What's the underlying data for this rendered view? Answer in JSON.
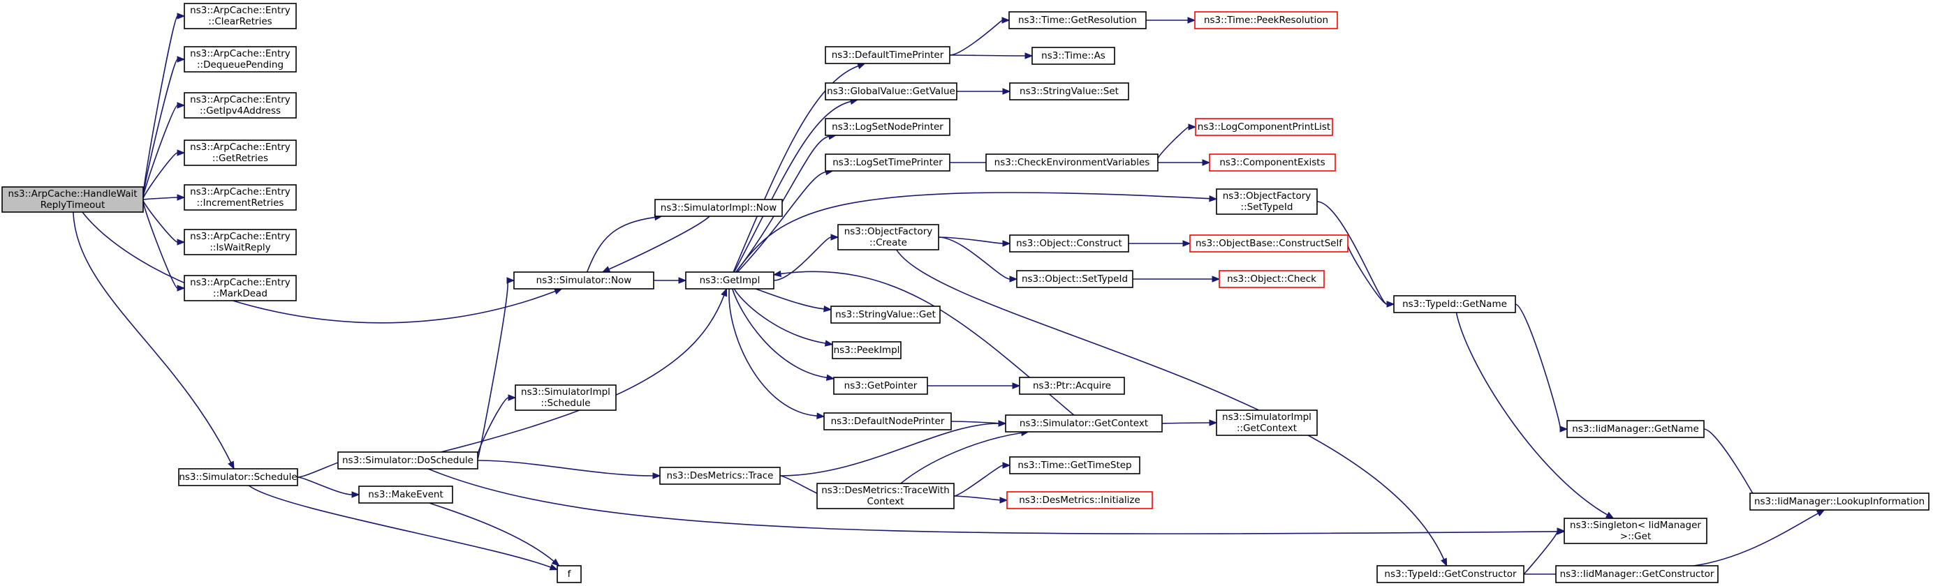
{
  "nodes": {
    "root": [
      "ns3::ArpCache::HandleWait",
      "ReplyTimeout"
    ],
    "clear": [
      "ns3::ArpCache::Entry",
      "::ClearRetries"
    ],
    "dequeue": [
      "ns3::ArpCache::Entry",
      "::DequeuePending"
    ],
    "getipv4": [
      "ns3::ArpCache::Entry",
      "::GetIpv4Address"
    ],
    "getretries": [
      "ns3::ArpCache::Entry",
      "::GetRetries"
    ],
    "incr": [
      "ns3::ArpCache::Entry",
      "::IncrementRetries"
    ],
    "iswait": [
      "ns3::ArpCache::Entry",
      "::IsWaitReply"
    ],
    "markdead": [
      "ns3::ArpCache::Entry",
      "::MarkDead"
    ],
    "simnow": [
      "ns3::Simulator::Now"
    ],
    "simschedule": [
      "ns3::Simulator::Schedule"
    ],
    "implnow": [
      "ns3::SimulatorImpl::Now"
    ],
    "getimpl": [
      "ns3::GetImpl"
    ],
    "doschedule": [
      "ns3::Simulator::DoSchedule"
    ],
    "implschedule": [
      "ns3::SimulatorImpl",
      "::Schedule"
    ],
    "makeevent": [
      "ns3::MakeEvent"
    ],
    "f": [
      "f"
    ],
    "dtp": [
      "ns3::DefaultTimePrinter"
    ],
    "gvget": [
      "ns3::GlobalValue::GetValue"
    ],
    "lsnp": [
      "ns3::LogSetNodePrinter"
    ],
    "lstp": [
      "ns3::LogSetTimePrinter"
    ],
    "ofcreate": [
      "ns3::ObjectFactory",
      "::Create"
    ],
    "svget": [
      "ns3::StringValue::Get"
    ],
    "peekimpl": [
      "ns3::PeekImpl"
    ],
    "getpointer": [
      "ns3::GetPointer"
    ],
    "dnp": [
      "ns3::DefaultNodePrinter"
    ],
    "trace": [
      "ns3::DesMetrics::Trace"
    ],
    "tracectx": [
      "ns3::DesMetrics::TraceWith",
      "Context"
    ],
    "getres": [
      "ns3::Time::GetResolution"
    ],
    "peekres": [
      "ns3::Time::PeekResolution"
    ],
    "timeas": [
      "ns3::Time::As"
    ],
    "svset": [
      "ns3::StringValue::Set"
    ],
    "checkenv": [
      "ns3::CheckEnvironmentVariables"
    ],
    "lcpl": [
      "ns3::LogComponentPrintList"
    ],
    "compexists": [
      "ns3::ComponentExists"
    ],
    "objconstruct": [
      "ns3::Object::Construct"
    ],
    "obcs": [
      "ns3::ObjectBase::ConstructSelf"
    ],
    "objsettid": [
      "ns3::Object::SetTypeId"
    ],
    "objcheck": [
      "ns3::Object::Check"
    ],
    "ofsettid": [
      "ns3::ObjectFactory",
      "::SetTypeId"
    ],
    "ptracq": [
      "ns3::Ptr::Acquire"
    ],
    "simgetctx": [
      "ns3::Simulator::GetContext"
    ],
    "implgetctx": [
      "ns3::SimulatorImpl",
      "::GetContext"
    ],
    "gettimestep": [
      "ns3::Time::GetTimeStep"
    ],
    "desinit": [
      "ns3::DesMetrics::Initialize"
    ],
    "tidgetname": [
      "ns3::TypeId::GetName"
    ],
    "iidgetname": [
      "ns3::IidManager::GetName"
    ],
    "lookup": [
      "ns3::IidManager::LookupInformation"
    ],
    "singleton": [
      "ns3::Singleton< IidManager",
      " >::Get"
    ],
    "tidgetctor": [
      "ns3::TypeId::GetConstructor"
    ],
    "iidgetctor": [
      "ns3::IidManager::GetConstructor"
    ]
  },
  "red_nodes": [
    "peekres",
    "lcpl",
    "compexists",
    "obcs",
    "objcheck",
    "desinit"
  ],
  "edges": [
    [
      "root",
      "clear"
    ],
    [
      "root",
      "dequeue"
    ],
    [
      "root",
      "getipv4"
    ],
    [
      "root",
      "getretries"
    ],
    [
      "root",
      "incr"
    ],
    [
      "root",
      "iswait"
    ],
    [
      "root",
      "markdead"
    ],
    [
      "root",
      "simnow"
    ],
    [
      "root",
      "simschedule"
    ],
    [
      "simnow",
      "getimpl"
    ],
    [
      "simnow",
      "implnow"
    ],
    [
      "getimpl",
      "dtp"
    ],
    [
      "getimpl",
      "gvget"
    ],
    [
      "getimpl",
      "lsnp"
    ],
    [
      "getimpl",
      "lstp"
    ],
    [
      "getimpl",
      "ofsettid"
    ],
    [
      "getimpl",
      "ofcreate"
    ],
    [
      "getimpl",
      "svget"
    ],
    [
      "getimpl",
      "peekimpl"
    ],
    [
      "getimpl",
      "getpointer"
    ],
    [
      "getimpl",
      "dnp"
    ],
    [
      "implnow",
      "simnow"
    ],
    [
      "dtp",
      "getres"
    ],
    [
      "dtp",
      "timeas"
    ],
    [
      "getres",
      "peekres"
    ],
    [
      "gvget",
      "svset"
    ],
    [
      "lstp",
      "checkenv"
    ],
    [
      "checkenv",
      "lcpl"
    ],
    [
      "checkenv",
      "compexists"
    ],
    [
      "ofcreate",
      "objconstruct"
    ],
    [
      "ofcreate",
      "objsettid"
    ],
    [
      "ofcreate",
      "tidgetctor"
    ],
    [
      "objconstruct",
      "obcs"
    ],
    [
      "objsettid",
      "objcheck"
    ],
    [
      "obcs",
      "tidgetname"
    ],
    [
      "ofsettid",
      "tidgetname"
    ],
    [
      "getpointer",
      "ptracq"
    ],
    [
      "dnp",
      "simgetctx"
    ],
    [
      "simgetctx",
      "implgetctx"
    ],
    [
      "simgetctx",
      "getimpl"
    ],
    [
      "simschedule",
      "doschedule"
    ],
    [
      "simschedule",
      "makeevent"
    ],
    [
      "simschedule",
      "f"
    ],
    [
      "doschedule",
      "simnow"
    ],
    [
      "doschedule",
      "getimpl"
    ],
    [
      "doschedule",
      "implschedule"
    ],
    [
      "doschedule",
      "trace"
    ],
    [
      "doschedule",
      "singleton"
    ],
    [
      "makeevent",
      "f"
    ],
    [
      "trace",
      "simgetctx"
    ],
    [
      "trace",
      "tracectx"
    ],
    [
      "tracectx",
      "simgetctx"
    ],
    [
      "tracectx",
      "gettimestep"
    ],
    [
      "tracectx",
      "desinit"
    ],
    [
      "tidgetname",
      "iidgetname"
    ],
    [
      "tidgetname",
      "singleton"
    ],
    [
      "iidgetname",
      "lookup"
    ],
    [
      "tidgetctor",
      "iidgetctor"
    ],
    [
      "tidgetctor",
      "singleton"
    ],
    [
      "iidgetctor",
      "lookup"
    ]
  ]
}
